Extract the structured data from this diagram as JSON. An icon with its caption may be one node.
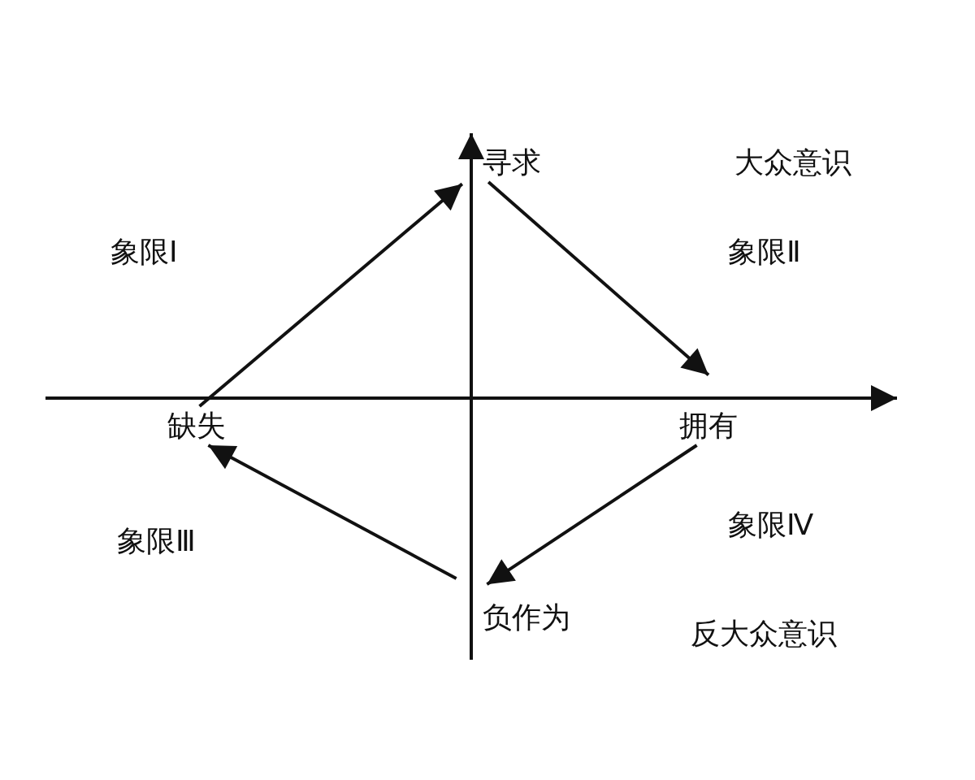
{
  "diagram": {
    "nodes": [
      {
        "text": [
          "寻求"
        ]
      },
      {
        "text": [
          "拥有"
        ]
      },
      {
        "text": [
          "负作为"
        ]
      },
      {
        "text": [
          "缺失"
        ]
      }
    ],
    "edges": [
      {
        "from": 3,
        "to": 0,
        "arrow": "to"
      },
      {
        "from": 0,
        "to": 1,
        "arrow": "to"
      },
      {
        "from": 1,
        "to": 2,
        "arrow": "to"
      },
      {
        "from": 2,
        "to": 3,
        "arrow": "to"
      }
    ],
    "labels": [
      "大众意识",
      "象限Ⅰ",
      "象限Ⅱ",
      "象限Ⅲ",
      "象限Ⅳ",
      "反大众意识"
    ]
  }
}
